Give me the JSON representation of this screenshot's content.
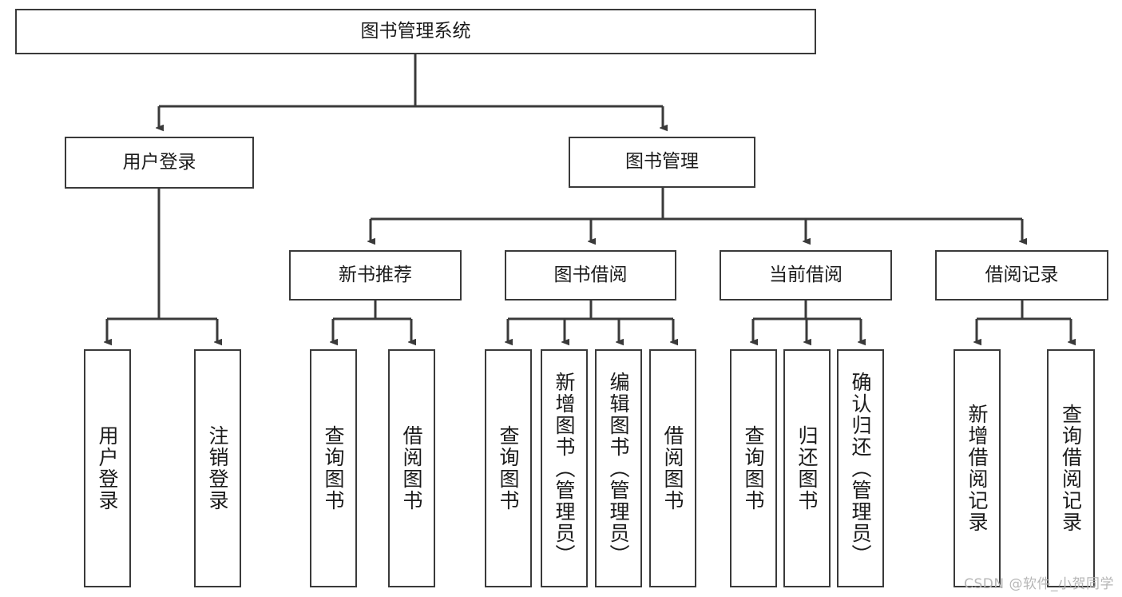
{
  "diagram": {
    "title": "图书管理系统",
    "type": "tree-hierarchy",
    "root": {
      "label": "图书管理系统"
    },
    "level2": [
      {
        "label": "用户登录"
      },
      {
        "label": "图书管理"
      }
    ],
    "level3": [
      {
        "label": "新书推荐"
      },
      {
        "label": "图书借阅"
      },
      {
        "label": "当前借阅"
      },
      {
        "label": "借阅记录"
      }
    ],
    "leaves": {
      "user_login": [
        {
          "label": "用户登录"
        },
        {
          "label": "注销登录"
        }
      ],
      "new_book_recommend": [
        {
          "label": "查询图书"
        },
        {
          "label": "借阅图书"
        }
      ],
      "book_borrow": [
        {
          "label": "查询图书"
        },
        {
          "label": "新增图书（管理员）"
        },
        {
          "label": "编辑图书（管理员）"
        },
        {
          "label": "借阅图书"
        }
      ],
      "current_borrow": [
        {
          "label": "查询图书"
        },
        {
          "label": "归还图书"
        },
        {
          "label": "确认归还（管理员）"
        }
      ],
      "borrow_record": [
        {
          "label": "新增借阅记录"
        },
        {
          "label": "查询借阅记录"
        }
      ]
    }
  },
  "watermark": {
    "text": "CSDN @软件_小贺同学"
  },
  "colors": {
    "stroke": "#3a3a3a",
    "text": "#1b1b1b",
    "background": "#ffffff",
    "watermark": "#b6b6b6"
  }
}
